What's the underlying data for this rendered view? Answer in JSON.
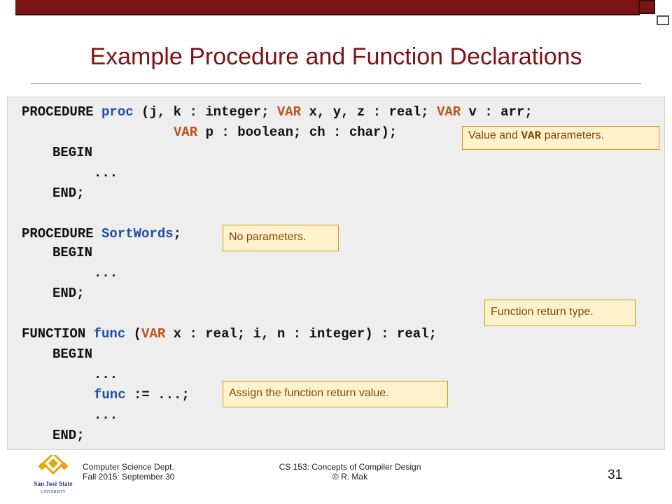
{
  "title": "Example Procedure and Function Declarations",
  "code": {
    "l1_kw": "PROCEDURE ",
    "l1_name": "proc",
    "l1_a": " (j, k : integer; ",
    "l1_var1": "VAR",
    "l1_b": " x, y, z : real; ",
    "l1_var2": "VAR",
    "l1_c": " v : arr;",
    "l2_var": "VAR",
    "l2_rest": " p : boolean; ch : char);",
    "begin": "BEGIN",
    "dots": "...",
    "end": "END;",
    "p2_kw": "PROCEDURE ",
    "p2_name": "SortWords",
    "p2_semi": ";",
    "f_kw": "FUNCTION ",
    "f_name": "func",
    "f_a": " (",
    "f_var": "VAR",
    "f_rest": " x : real; i, n : integer) : real;",
    "assign_name": "func",
    "assign_rest": " := ...;"
  },
  "notes": {
    "value_var_a": "Value and ",
    "value_var_code": "VAR",
    "value_var_b": " parameters.",
    "no_params": "No parameters.",
    "return_type": "Function return type.",
    "assign_return": "Assign the function return value."
  },
  "footer": {
    "dept": "Computer Science Dept.",
    "term": "Fall 2015: September 30",
    "course": "CS 153: Concepts of Compiler Design",
    "author": "© R. Mak",
    "page": "31",
    "logo_line1": "San José State",
    "logo_line2": "UNIVERSITY"
  },
  "colors": {
    "accent": "#7b1414",
    "keyword_blue": "#1f4fa3",
    "keyword_red": "#c0531e",
    "note_bg": "#fff2cc",
    "logo_gold": "#e3a614"
  }
}
